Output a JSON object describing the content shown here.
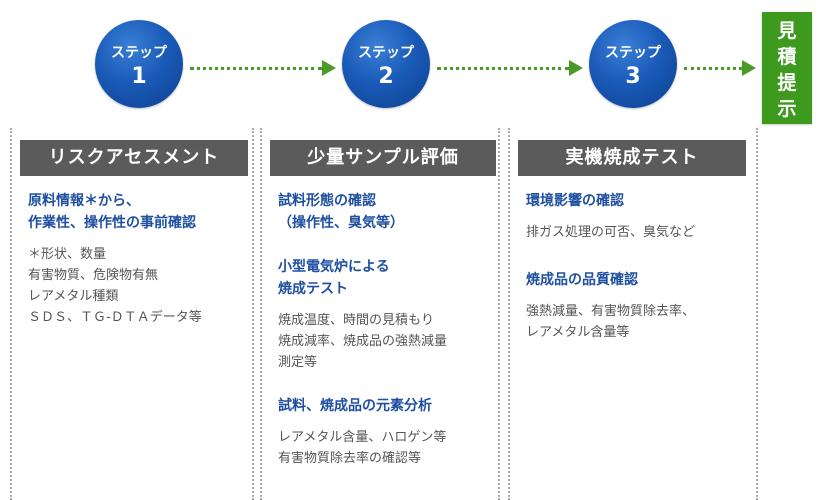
{
  "steps": [
    {
      "label": "ステップ",
      "number": "1"
    },
    {
      "label": "ステップ",
      "number": "2"
    },
    {
      "label": "ステップ",
      "number": "3"
    }
  ],
  "quote_box": [
    "見",
    "積",
    "提",
    "示"
  ],
  "columns": [
    {
      "title": "リスクアセスメント",
      "blocks": [
        {
          "heading": [
            "原料情報＊から、",
            "作業性、操作性の事前確認"
          ],
          "text": [
            "＊形状、数量",
            "有害物質、危険物有無",
            "レアメタル種類",
            "ＳＤＳ、ＴＧ-ＤＴＡデータ等"
          ]
        }
      ]
    },
    {
      "title": "少量サンプル評価",
      "blocks": [
        {
          "heading": [
            "試料形態の確認",
            "（操作性、臭気等）"
          ],
          "text": []
        },
        {
          "heading": [
            "小型電気炉による",
            "焼成テスト"
          ],
          "text": [
            "焼成温度、時間の見積もり",
            "焼成減率、焼成品の強熱減量",
            "測定等"
          ]
        },
        {
          "heading": [
            "試料、焼成品の元素分析"
          ],
          "text": [
            "レアメタル含量、ハロゲン等",
            "有害物質除去率の確認等"
          ]
        }
      ]
    },
    {
      "title": "実機焼成テスト",
      "blocks": [
        {
          "heading": [
            "環境影響の確認"
          ],
          "text": [
            "排ガス処理の可否、臭気など"
          ]
        },
        {
          "heading": [
            "焼成品の品質確認"
          ],
          "text": [
            "強熱減量、有害物質除去率、",
            "レアメタル含量等"
          ]
        }
      ]
    }
  ]
}
